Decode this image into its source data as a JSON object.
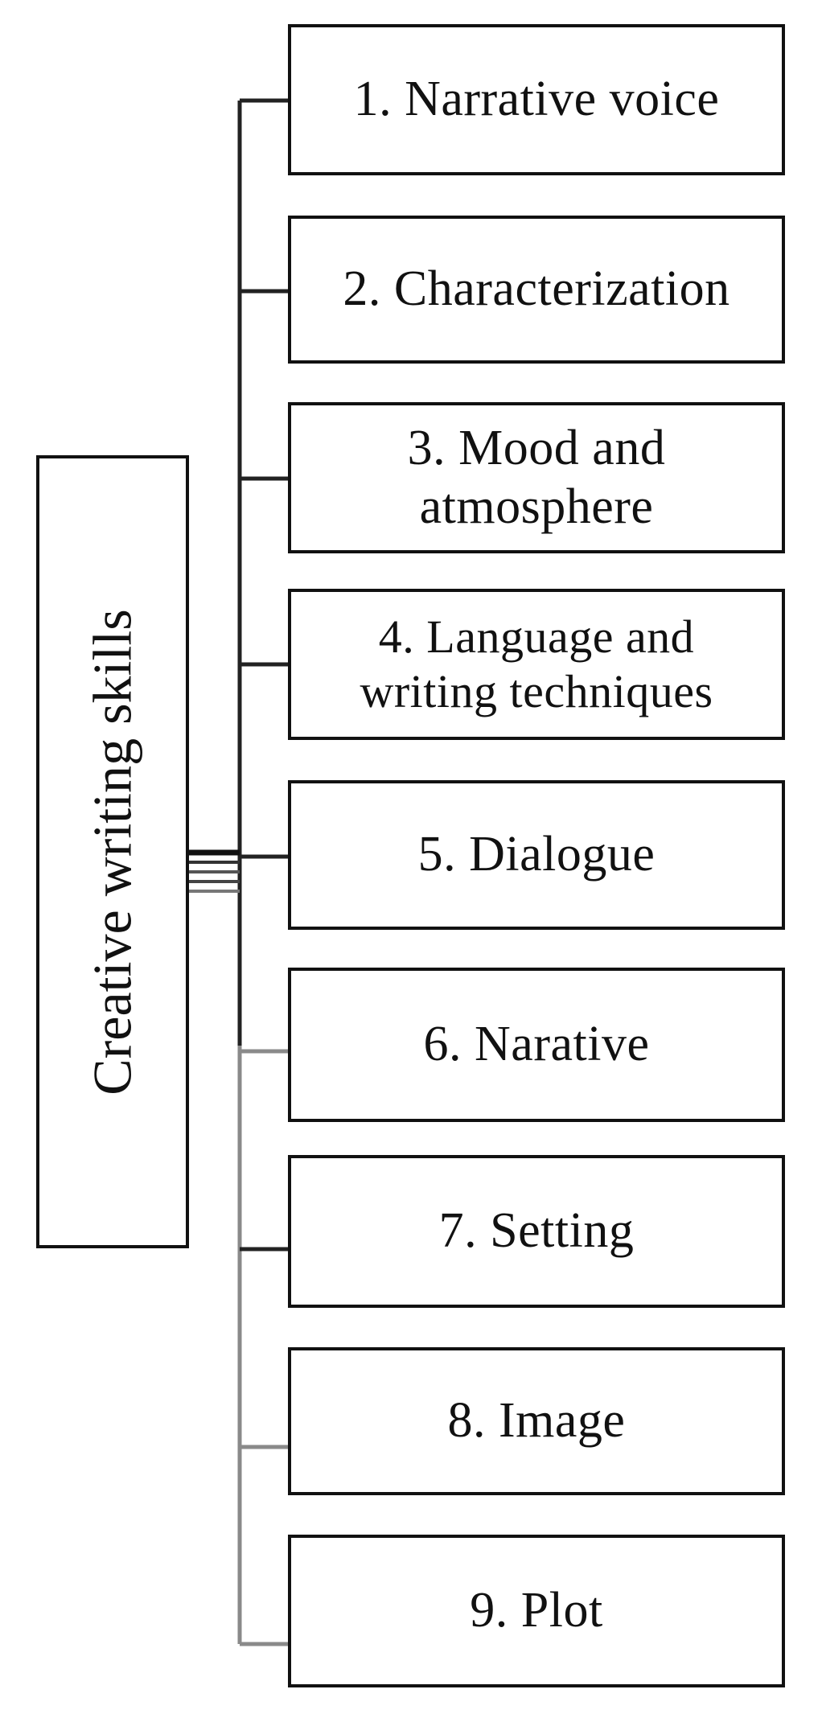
{
  "diagram": {
    "root": {
      "label": "Creative writing skills"
    },
    "skills": [
      {
        "label": "1. Narrative voice"
      },
      {
        "label": "2. Characterization"
      },
      {
        "label": "3. Mood and\natmosphere"
      },
      {
        "label": "4. Language and\nwriting techniques"
      },
      {
        "label": "5. Dialogue"
      },
      {
        "label": "6. Narative"
      },
      {
        "label": "7. Setting"
      },
      {
        "label": "8. Image"
      },
      {
        "label": "9. Plot"
      }
    ],
    "colors": {
      "border": "#111111",
      "connector_dark": "#222222",
      "connector_gray": "#8a8a8a",
      "background": "#ffffff"
    }
  }
}
